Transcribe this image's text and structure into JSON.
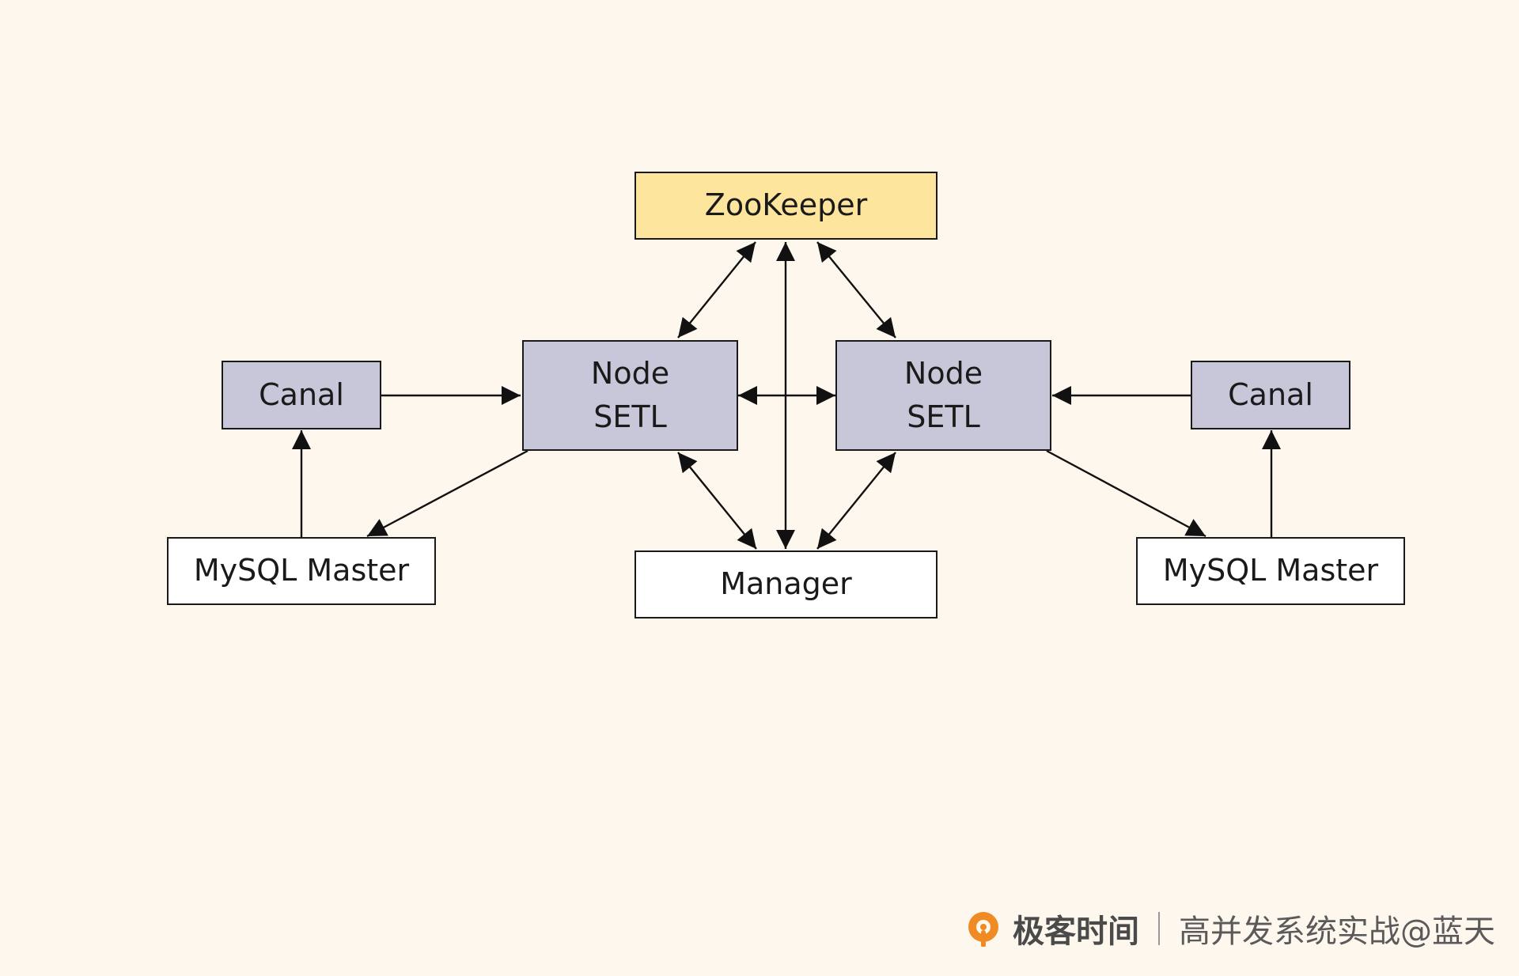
{
  "nodes": {
    "zookeeper": {
      "label": "ZooKeeper"
    },
    "node_setl_left": {
      "line1": "Node",
      "line2": "SETL"
    },
    "node_setl_right": {
      "line1": "Node",
      "line2": "SETL"
    },
    "canal_left": {
      "label": "Canal"
    },
    "canal_right": {
      "label": "Canal"
    },
    "mysql_left": {
      "label": "MySQL Master"
    },
    "mysql_right": {
      "label": "MySQL Master"
    },
    "manager": {
      "label": "Manager"
    }
  },
  "footer": {
    "brand": "极客时间",
    "course": "高并发系统实战@蓝天",
    "icon": "geektime-logo-icon"
  },
  "colors": {
    "background": "#fdf7ee",
    "zookeeper_fill": "#fde59d",
    "component_fill": "#c8c7d9",
    "box_fill": "#ffffff",
    "brand_orange": "#f08a24"
  }
}
